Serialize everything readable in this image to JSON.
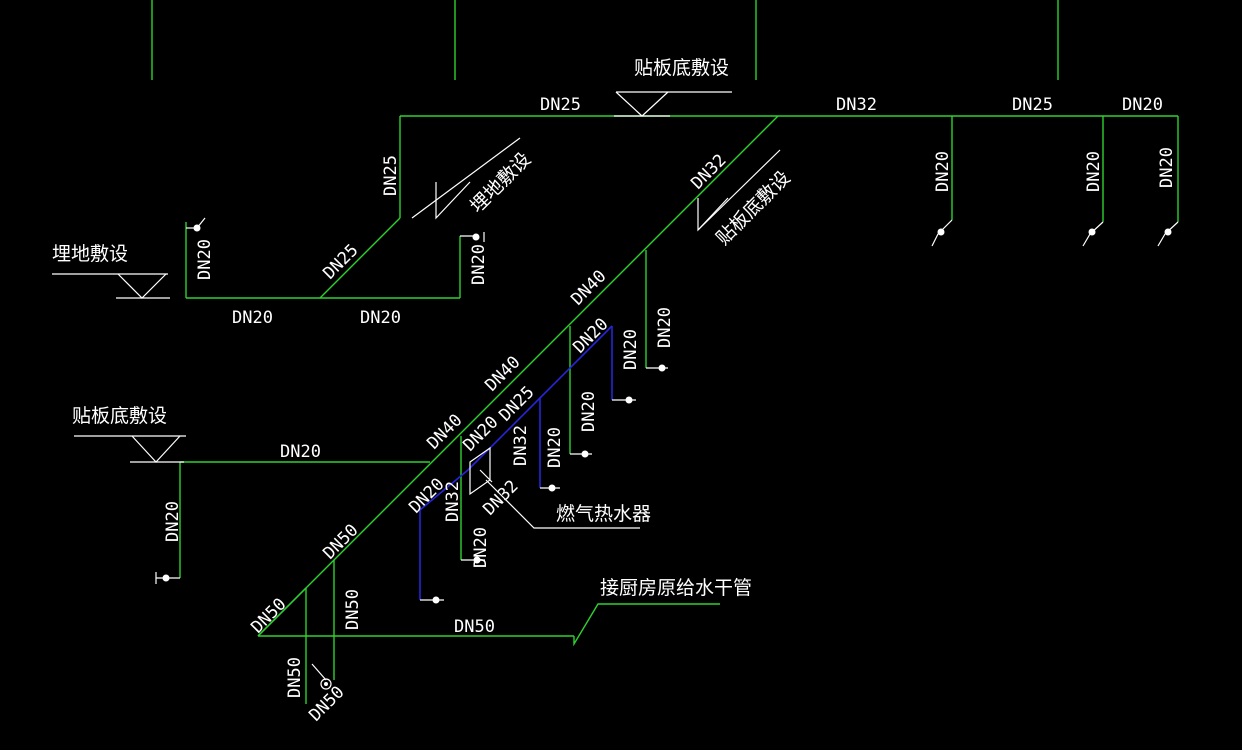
{
  "colors": {
    "background": "#000000",
    "pipe_green": "#2fd12f",
    "pipe_blue": "#2525d9",
    "text": "#ffffff"
  },
  "labels": {
    "top_dn25": "DN25",
    "top_dn32": "DN32",
    "top_dn25_right": "DN25",
    "top_dn20_right": "DN20",
    "drop_a": "DN20",
    "drop_b": "DN20",
    "drop_c": "DN20",
    "upper_diag_dn25": "DN25",
    "upper_vert_dn25": "DN25",
    "main_dn32": "DN32",
    "left_riser_dn20": "DN20",
    "right_riser_dn20": "DN20",
    "left_h_dn20": "DN20",
    "mid_h_dn20": "DN20",
    "main_dn40_a": "DN40",
    "main_dn40_b": "DN40",
    "main_dn40_c": "DN40",
    "riser_dn20_main": "DN20",
    "blue_dn20_a": "DN20",
    "blue_dn20_b": "DN20",
    "blue_dn20_c": "DN20",
    "blue_dn20_d": "DN20",
    "blue_dn25": "DN25",
    "blue_dn32_a": "DN32",
    "blue_dn32_b": "DN32",
    "blue_dn32_c": "DN32",
    "blue_dn20_e": "DN20",
    "blue_dn20_f": "DN20",
    "blue_dn20_g": "DN20",
    "lower_h_dn20": "DN20",
    "lower_v_dn20": "DN20",
    "main_dn50": "DN50",
    "riser_dn50": "DN50",
    "bottom_dn50": "DN50",
    "dn50_left_diag": "DN50",
    "dn50_bottom_v": "DN50",
    "dn50_bottom_diag": "DN50"
  },
  "notes": {
    "slab_top": "贴板底敷设",
    "buried_upper": "埋地敷设",
    "slab_diag": "贴板底敷设",
    "buried_left": "埋地敷设",
    "slab_left": "贴板底敷设",
    "gas_heater": "燃气热水器",
    "kitchen_main": "接厨房原给水干管"
  }
}
